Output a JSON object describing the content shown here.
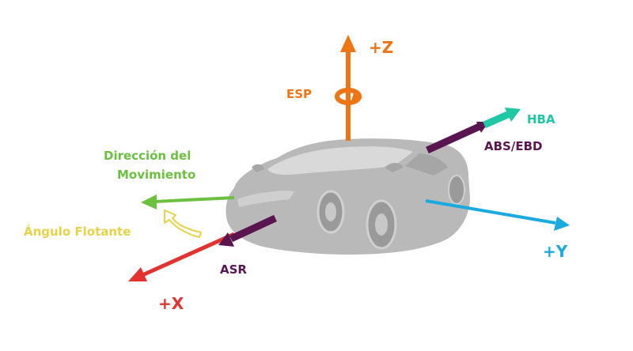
{
  "labels": {
    "z_axis": "+Z",
    "esp": "ESP",
    "hba": "HBA",
    "abs_ebd": "ABS/EBD",
    "direction_line1": "Dirección del",
    "direction_line2": "Movimiento",
    "float_angle": "Ángulo Flotante",
    "asr": "ASR",
    "x_axis": "+X",
    "y_axis": "+Y"
  },
  "colors": {
    "z_axis": "#ee7414",
    "hba": "#1fc8a4",
    "abs_ebd": "#5a1450",
    "direction": "#6cc040",
    "float_angle": "#e8d24a",
    "asr": "#5a1450",
    "x_axis": "#e4322e",
    "y_axis": "#1aaae0",
    "car_body": "#b9b9b9",
    "car_glass": "#d9d9d9"
  },
  "icons": {
    "esp": "rotation-arrow-icon",
    "float_angle": "curved-outline-arrow-icon"
  }
}
